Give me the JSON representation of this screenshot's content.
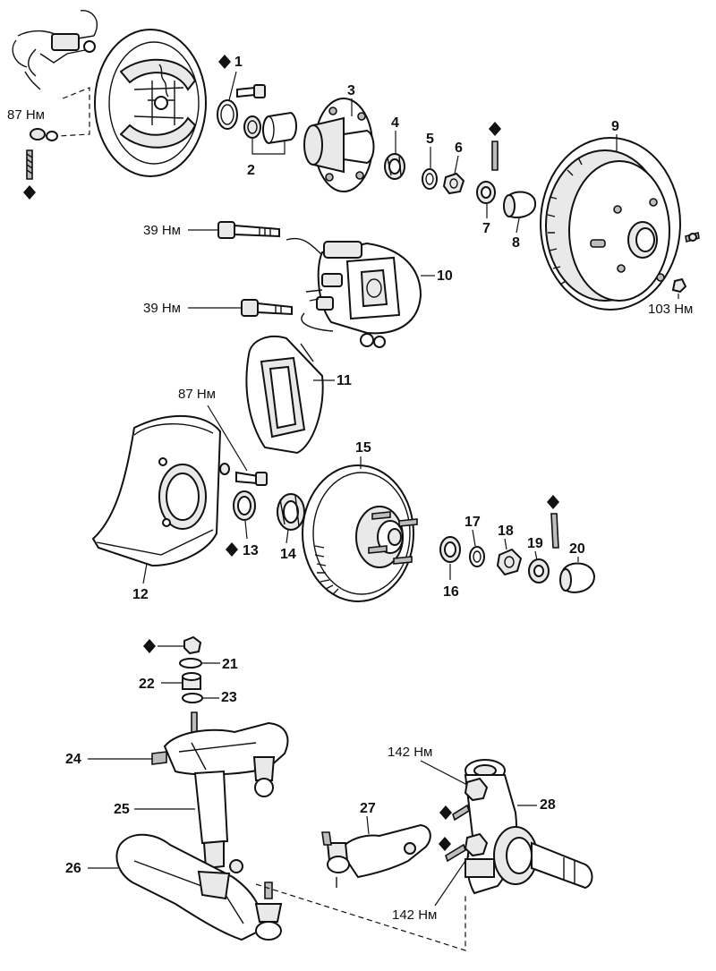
{
  "part_numbers": [
    "1",
    "2",
    "3",
    "4",
    "5",
    "6",
    "7",
    "8",
    "9",
    "10",
    "11",
    "12",
    "13",
    "14",
    "15",
    "16",
    "17",
    "18",
    "19",
    "20",
    "21",
    "22",
    "23",
    "24",
    "25",
    "26",
    "27",
    "28"
  ],
  "torque_labels": {
    "t_87_top": "87 Нм",
    "t_39_a": "39 Нм",
    "t_39_b": "39 Нм",
    "t_103": "103 Нм",
    "t_87_mid": "87 Нм",
    "t_142_top": "142 Нм",
    "t_142_bottom": "142 Нм"
  },
  "symbols": {
    "replace_marker": "diamond-icon"
  }
}
